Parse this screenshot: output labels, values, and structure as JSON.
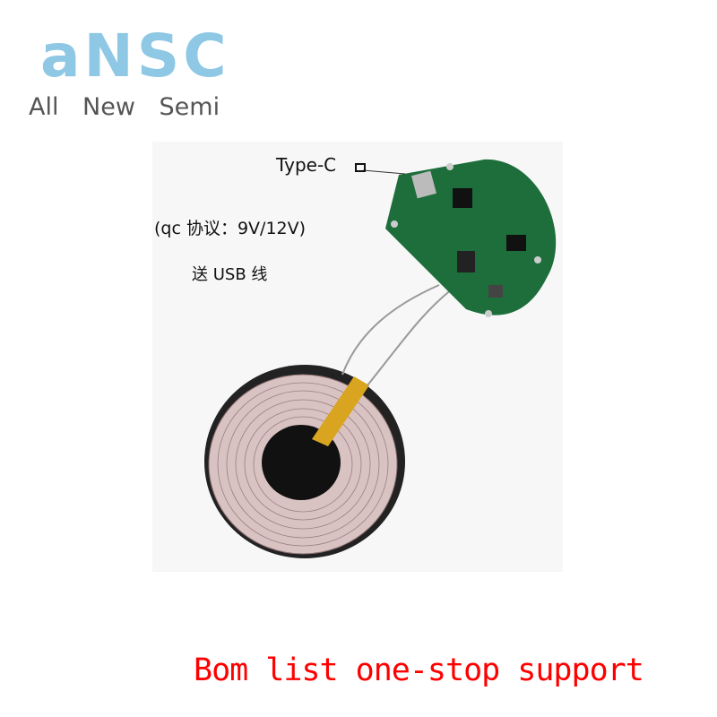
{
  "brand": {
    "logo": "aNSC",
    "tagline": "All New Semi",
    "color": "#8ec8e4"
  },
  "annotations": {
    "type_c": "Type-C",
    "protocol": "(qc 协议：9V/12V)",
    "usb": "送 USB 线"
  },
  "footer": {
    "text": "Bom list one-stop support",
    "color": "#ff0000"
  }
}
